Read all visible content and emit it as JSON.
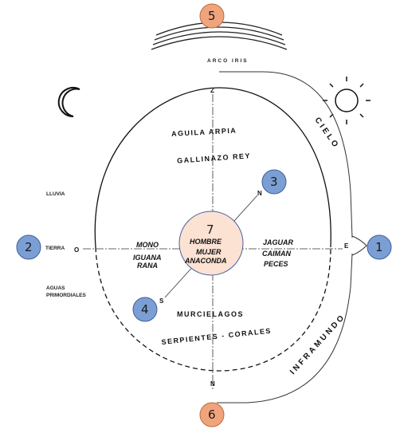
{
  "labels": {
    "arco_iris": "ARCO IRIS",
    "cielo": "CIELO",
    "inframundo": "INFRAMUNDO",
    "lluvia": "LLUVIA",
    "tierra": "TIERRA",
    "aguas_line1": "AGUAS",
    "aguas_line2": "PRIMORDIALES",
    "aguila": "AGUILA ARPIA",
    "gallinazo": "GALLINAZO REY",
    "mono": "MONO",
    "iguana": "IGUANA",
    "rana": "RANA",
    "jaguar": "JAGUAR",
    "caiman": "CAIMAN",
    "peces": "PECES",
    "murcielagos": "MURCIELAGOS",
    "serpientes": "SERPIENTES - CORALES",
    "hombre": "HOMBRE",
    "mujer": "MUJER",
    "anaconda": "ANACONDA"
  },
  "directions": {
    "z": "Z",
    "n_top": "N",
    "s": "S",
    "o": "O",
    "e": "E",
    "n_bottom": "N"
  },
  "badges": [
    {
      "id": "1",
      "label": "1"
    },
    {
      "id": "2",
      "label": "2"
    },
    {
      "id": "3",
      "label": "3"
    },
    {
      "id": "4",
      "label": "4"
    },
    {
      "id": "5",
      "label": "5"
    },
    {
      "id": "6",
      "label": "6"
    },
    {
      "id": "7",
      "label": "7"
    }
  ],
  "colors": {
    "badge_blue": "#7b9fd4",
    "badge_blue_stroke": "#3e5f9a",
    "badge_orange": "#f0a47c",
    "badge_orange_stroke": "#b86a3f",
    "center_fill": "#fbe2d3",
    "center_stroke": "#4a5fa0"
  }
}
